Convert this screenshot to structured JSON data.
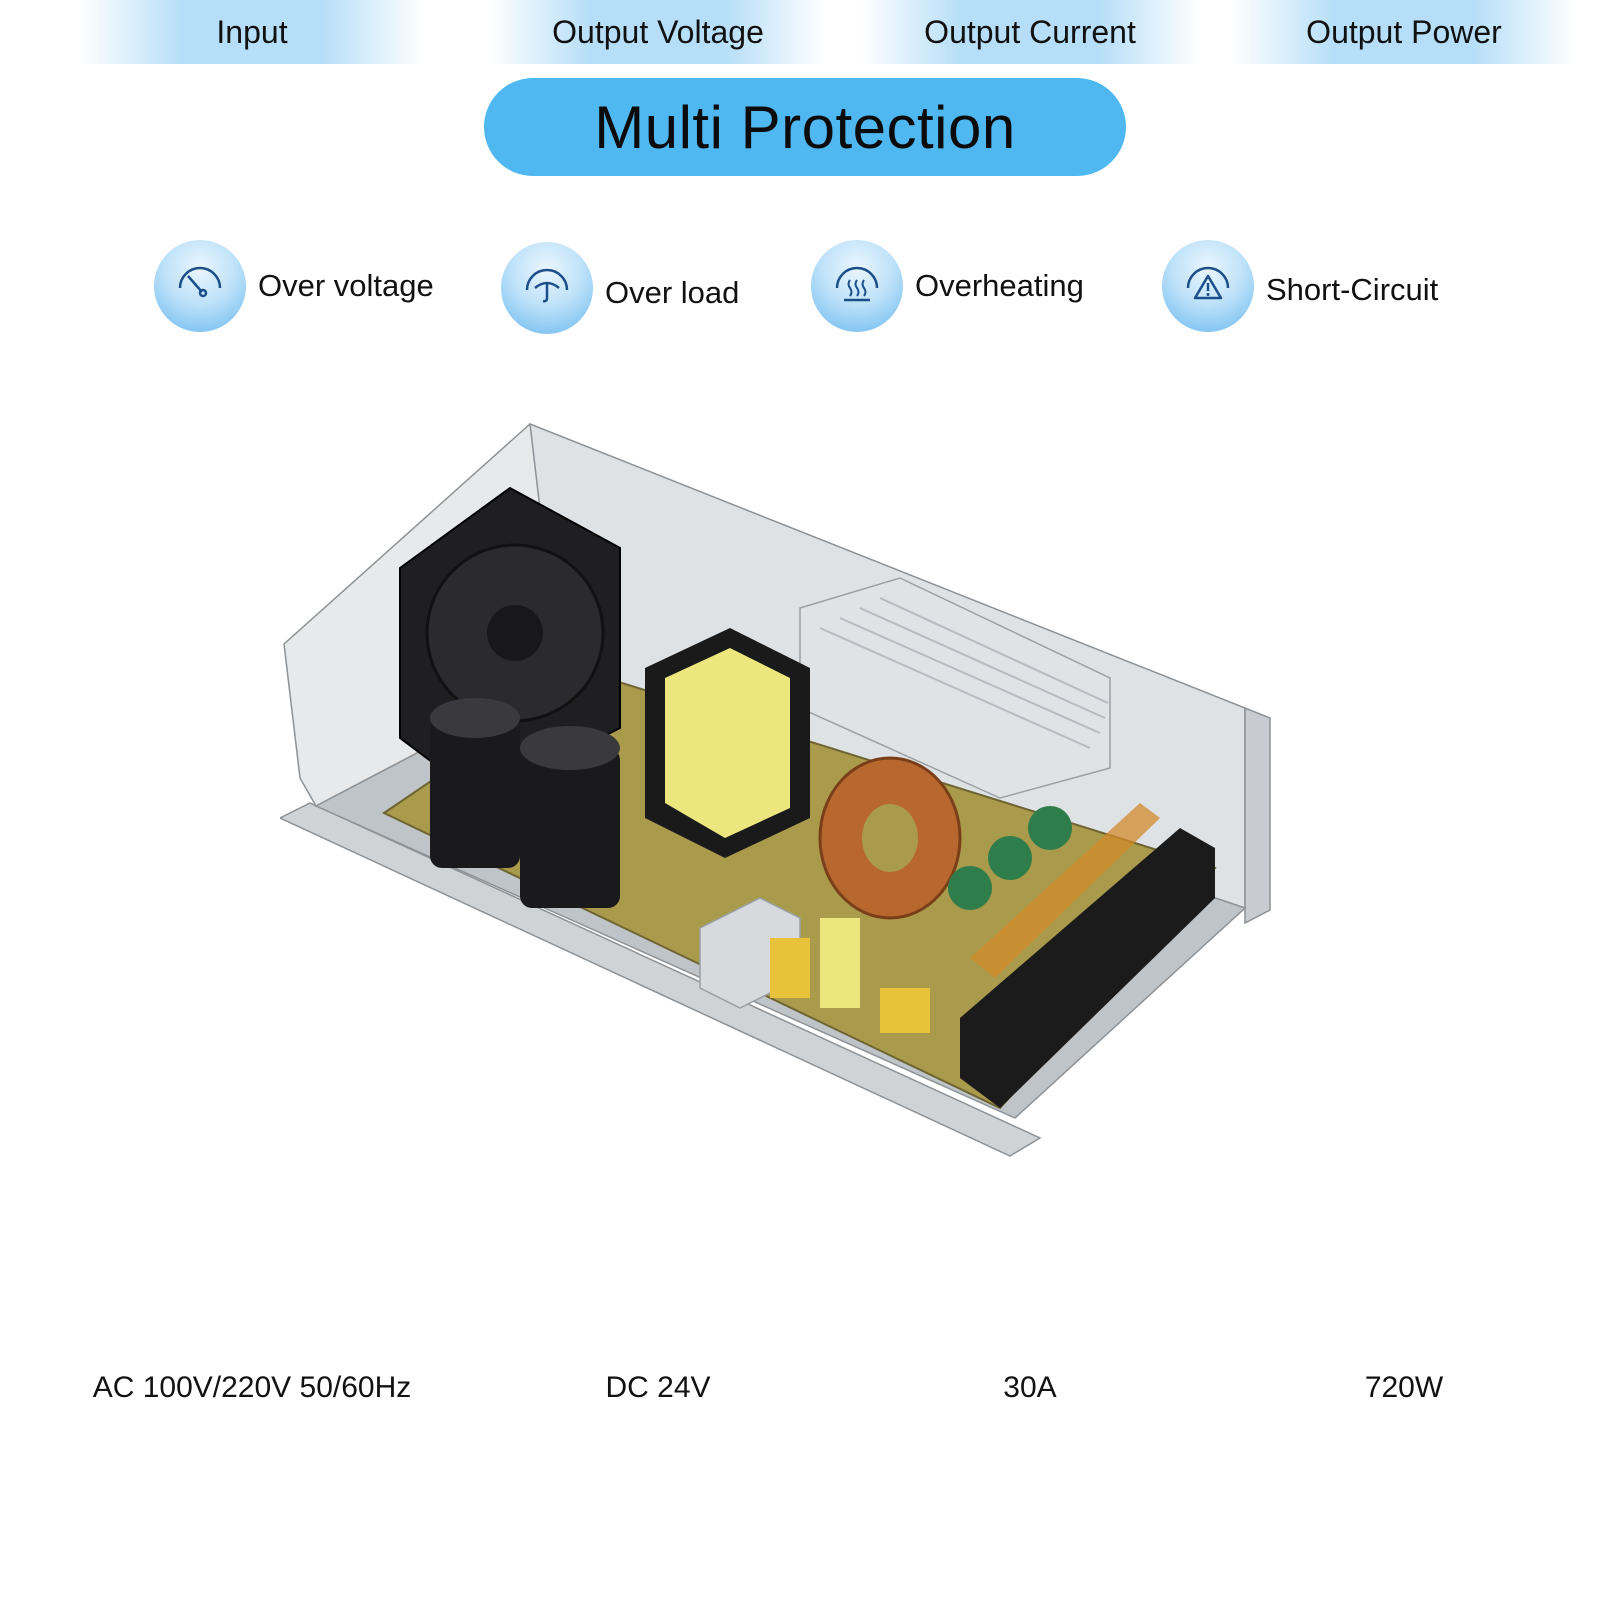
{
  "title": "Multi Protection",
  "features": [
    {
      "label": "Over voltage",
      "icon": "gauge-icon"
    },
    {
      "label": "Over load",
      "icon": "umbrella-icon"
    },
    {
      "label": "Overheating",
      "icon": "heat-waves-icon"
    },
    {
      "label": "Short-Circuit",
      "icon": "warning-triangle-icon"
    }
  ],
  "specs": [
    {
      "name": "Input",
      "value": "AC 100V/220V 50/60Hz"
    },
    {
      "name": "Output Voltage",
      "value": "DC 24V"
    },
    {
      "name": "Output Current",
      "value": "30A"
    },
    {
      "name": "Output Power",
      "value": "720W"
    }
  ],
  "colors": {
    "accent": "#4fb8f1",
    "icon_circle": "#68b8ee",
    "spec_band": "#b6def8"
  }
}
